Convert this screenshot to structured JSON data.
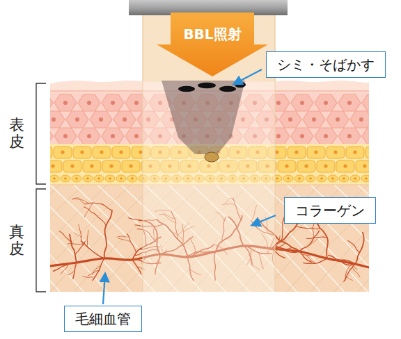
{
  "diagram": {
    "nodes": [
      {
        "text": [
          "BBL照射"
        ]
      },
      {
        "text": [
          "シミ・そばかす"
        ]
      },
      {
        "text": [
          "コラーゲン"
        ]
      },
      {
        "text": [
          "毛細血管"
        ]
      }
    ],
    "labels": [
      "表皮",
      "真皮"
    ]
  }
}
